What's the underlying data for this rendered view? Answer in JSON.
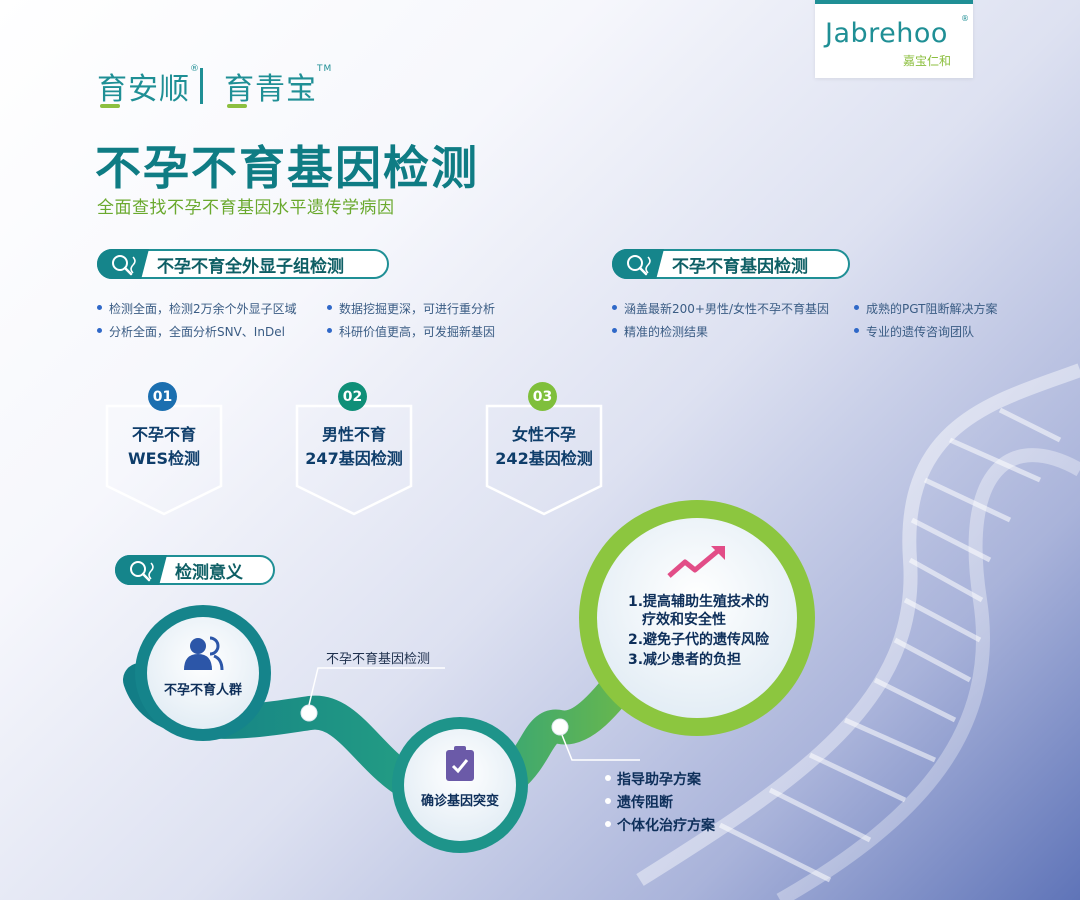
{
  "brand": {
    "logo_text": "Jabrehoo",
    "logo_sub": "嘉宝仁和",
    "registered_mark": "®",
    "product_left": "育安顺",
    "product_right": "育青宝",
    "trademark_left": "®",
    "trademark_right": "TM"
  },
  "header": {
    "title": "不孕不育基因检测",
    "subtitle": "全面查找不孕不育基因水平遗传学病因"
  },
  "section_wes": {
    "label": "不孕不育全外显子组检测",
    "bullets": [
      "检测全面，检测2万余个外显子区域",
      "数据挖掘更深，可进行重分析",
      "分析全面，全面分析SNV、InDel",
      "科研价值更高，可发掘新基因"
    ]
  },
  "section_gene": {
    "label": "不孕不育基因检测",
    "bullets": [
      "涵盖最新200+男性/女性不孕不育基因",
      "成熟的PGT阻断解决方案",
      "精准的检测结果",
      "专业的遗传咨询团队"
    ]
  },
  "products": [
    {
      "num": "01",
      "line1": "不孕不育",
      "line2": "WES检测"
    },
    {
      "num": "02",
      "line1": "男性不育",
      "line2": "247基因检测"
    },
    {
      "num": "03",
      "line1": "女性不孕",
      "line2": "242基因检测"
    }
  ],
  "significance": {
    "label": "检测意义",
    "population": "不孕不育人群",
    "test_label": "不孕不育基因检测",
    "diagnosis": "确诊基因突变",
    "results": [
      "1.提高辅助生殖技术的",
      "疗效和安全性",
      "2.避免子代的遗传风险",
      "3.减少患者的负担"
    ],
    "outcomes": [
      "指导助孕方案",
      "遗传阻断",
      "个体化治疗方案"
    ]
  },
  "colors": {
    "teal": "#1f8f95",
    "green": "#8cbf3f",
    "blue_num": "#1b6fb0",
    "navy_text": "#0e2f5a",
    "arrow_pink": "#e24d87"
  },
  "icons": {
    "pill": "magnifier-dna-icon",
    "population": "people-icon",
    "diagnosis": "clipboard-check-icon",
    "results": "trend-arrow-icon"
  }
}
